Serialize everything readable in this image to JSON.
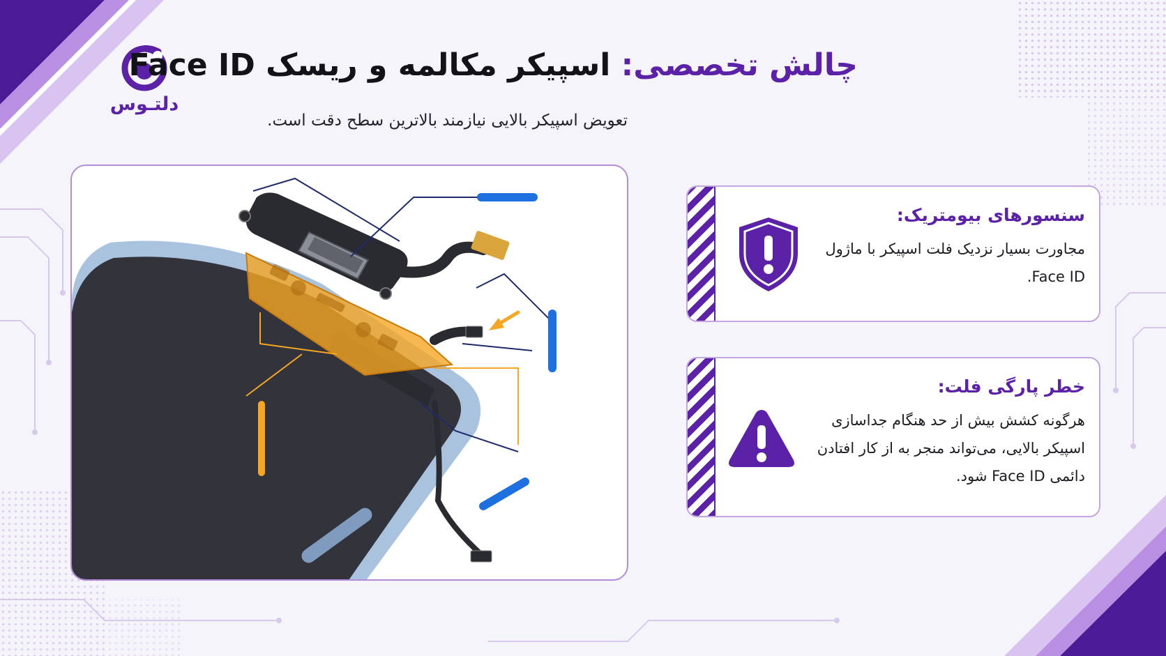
{
  "brand": {
    "name": "دلتـوس",
    "logo_icon": "deltoos-logo-icon"
  },
  "header": {
    "title_prefix": "چالش تخصصی:",
    "title_rest": " اسپیکر مکالمه و ریسک Face ID",
    "subtitle": "تعویض اسپیکر بالایی نیازمند بالاترین سطح دقت است."
  },
  "illustration": {
    "subject": "phone-earpiece-speaker-exploded-view"
  },
  "cards": [
    {
      "title": "سنسورهای بیومتریک:",
      "body": "مجاورت بسیار نزدیک فلت اسپیکر با ماژول Face ID.",
      "icon": "shield-exclamation-icon"
    },
    {
      "title": "خطر پارگی فلت:",
      "body": "هرگونه کشش بیش از حد هنگام جداسازی اسپیکر بالایی، می‌تواند منجر به از کار افتادن دائمی Face ID شود.",
      "icon": "warning-triangle-icon"
    }
  ],
  "colors": {
    "accent": "#5b22a8",
    "phone_frame": "#a9c3df",
    "phone_screen": "#33333b",
    "highlight": "#f5a623",
    "callout_blue": "#1e6fe0",
    "callout_line": "#1f2a6b"
  }
}
